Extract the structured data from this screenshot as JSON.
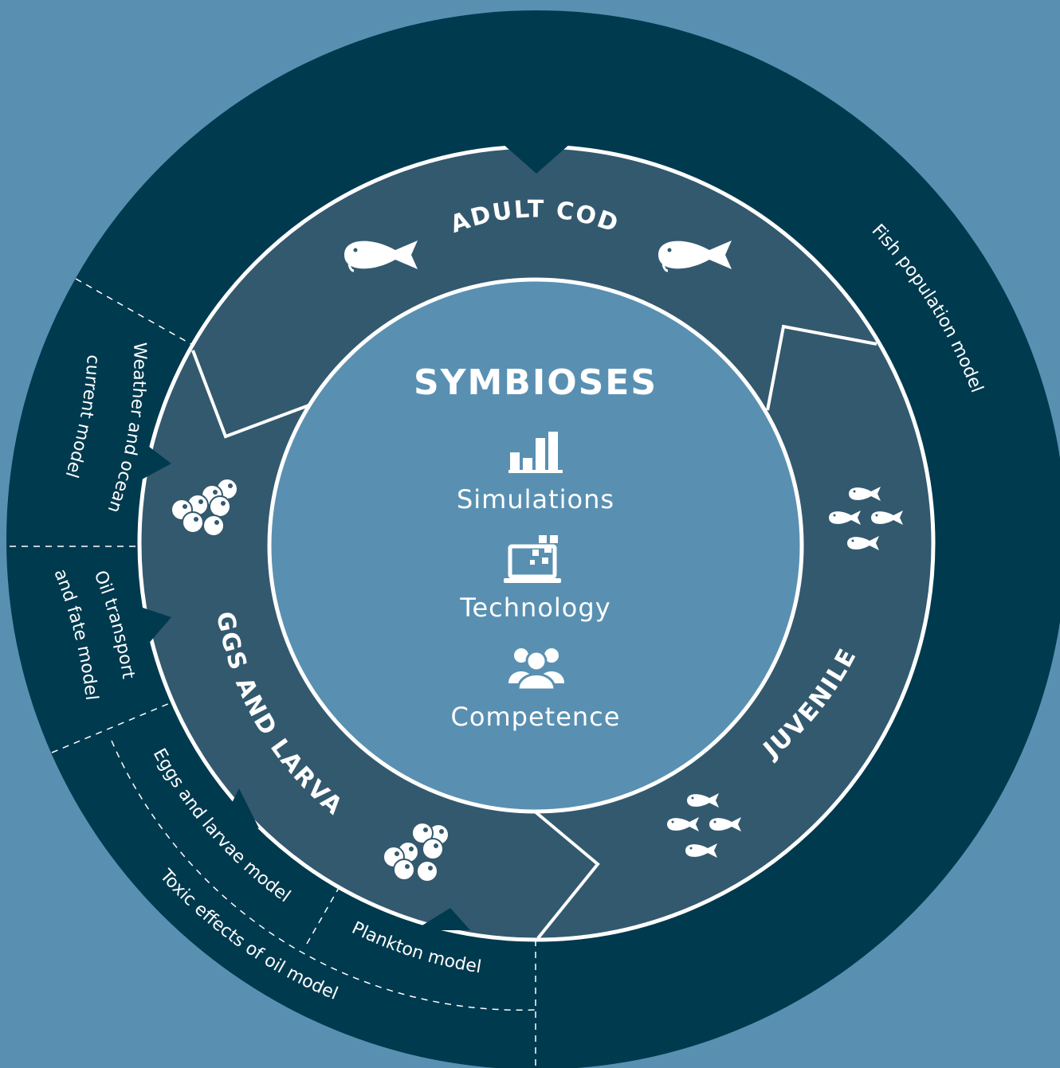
{
  "center": {
    "title": "SYMBIOSES",
    "items": [
      {
        "label": "Simulations",
        "icon": "bar-chart-icon"
      },
      {
        "label": "Technology",
        "icon": "laptop-icon"
      },
      {
        "label": "Competence",
        "icon": "people-icon"
      }
    ]
  },
  "stages": {
    "adult": "ADULT COD",
    "juvenile": "JUVENILE",
    "eggs_larvae": "EGGS AND LARVAE"
  },
  "models": {
    "fish_population": "Fish population model",
    "weather_ocean_1": "Weather and ocean",
    "weather_ocean_2": "current model",
    "oil_transport_1": "Oil transport",
    "oil_transport_2": "and fate model",
    "eggs_larvae_model": "Eggs and larvae model",
    "plankton": "Plankton model",
    "toxic_effects": "Toxic effects of oil model"
  },
  "colors": {
    "background": "#5990b2",
    "outer_ring": "#003a4f",
    "stage_ring": "#33596f",
    "center": "#5990b2",
    "line": "#ffffff"
  }
}
